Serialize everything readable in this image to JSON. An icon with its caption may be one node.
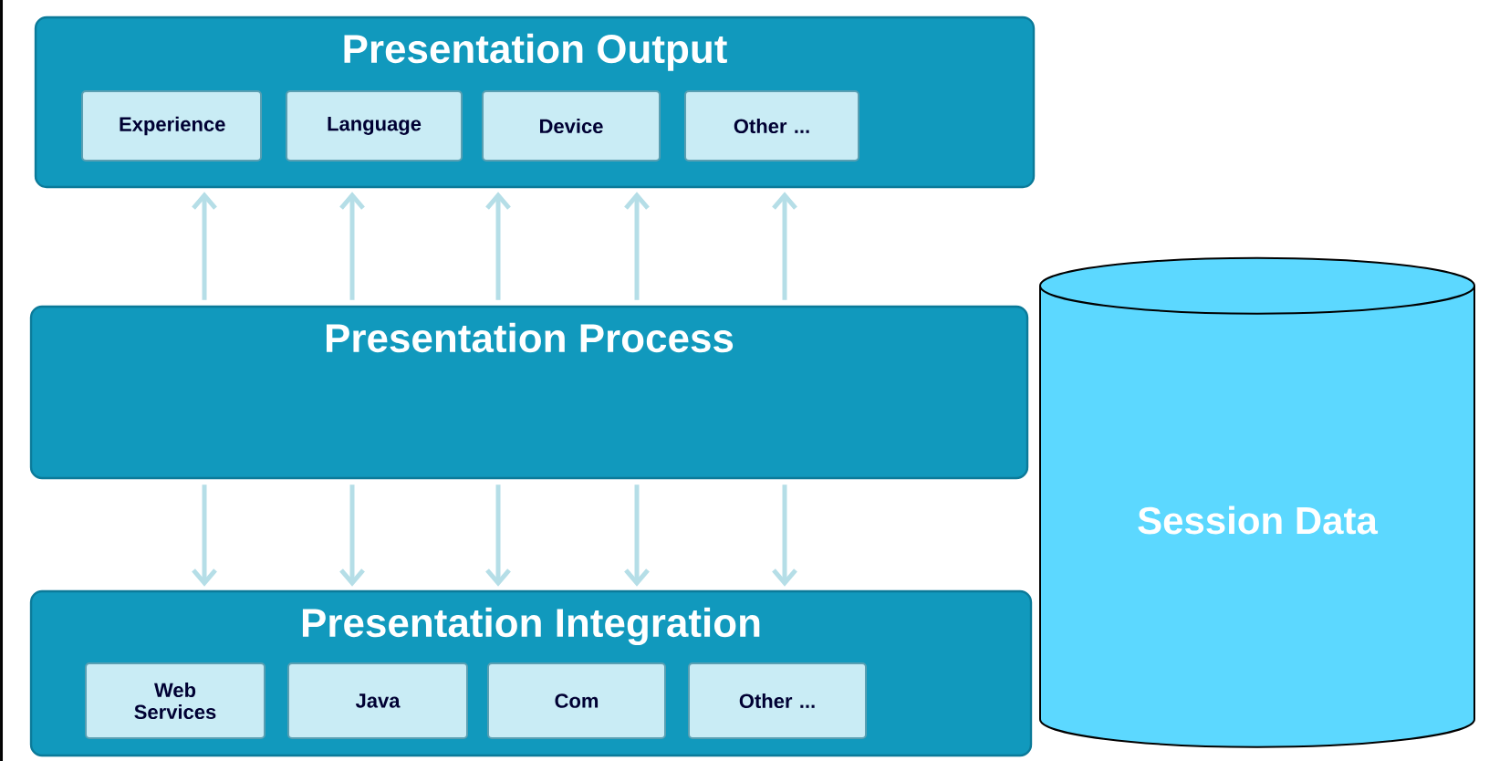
{
  "diagram": {
    "nodes": [
      {
        "text": [
          "Presentation Output"
        ]
      },
      {
        "text": [
          "Experience"
        ],
        "in": 0
      },
      {
        "text": [
          "Language"
        ],
        "in": 0
      },
      {
        "text": [
          "Device"
        ],
        "in": 0
      },
      {
        "text": [
          "Other ..."
        ],
        "in": 0
      },
      {
        "text": [
          "Presentation Process"
        ]
      },
      {
        "text": [
          "Presentation Integration"
        ]
      },
      {
        "text": [
          "Web Services"
        ],
        "in": 6
      },
      {
        "text": [
          "Java"
        ],
        "in": 6
      },
      {
        "text": [
          "Com"
        ],
        "in": 6
      },
      {
        "text": [
          "Other ..."
        ],
        "in": 6
      },
      {
        "text": [
          "Session Data"
        ]
      }
    ],
    "edges": [
      {
        "from": 5,
        "to": 0,
        "arrow": "to"
      },
      {
        "from": 5,
        "to": 0,
        "arrow": "to"
      },
      {
        "from": 5,
        "to": 0,
        "arrow": "to"
      },
      {
        "from": 5,
        "to": 0,
        "arrow": "to"
      },
      {
        "from": 5,
        "to": 0,
        "arrow": "to"
      },
      {
        "from": 5,
        "to": 6,
        "arrow": "to"
      },
      {
        "from": 5,
        "to": 6,
        "arrow": "to"
      },
      {
        "from": 5,
        "to": 6,
        "arrow": "to"
      },
      {
        "from": 5,
        "to": 6,
        "arrow": "to"
      },
      {
        "from": 5,
        "to": 6,
        "arrow": "to"
      }
    ]
  }
}
